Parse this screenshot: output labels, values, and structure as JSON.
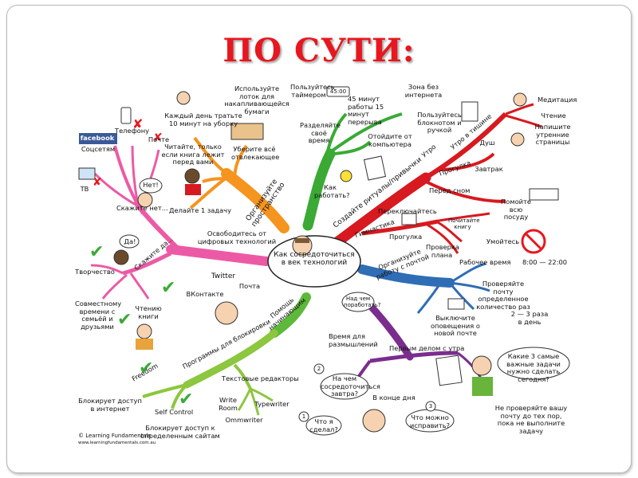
{
  "title": "ПО СУТИ:",
  "center": "Как сосредоточиться в век технологий",
  "branches": {
    "organize": "Организуйте пространство",
    "how_work": "Как работать?",
    "rituals": "Создайте ритуалы/привычки",
    "free": "Освободитесь от цифровых технологий",
    "email": "Организуйте работу с почтой",
    "help": "Помощь начинающим",
    "programs": "Программы для блокировки",
    "reflect": "Время для размышлений"
  },
  "labels": {
    "tray": "Используйте лоток для накапливающейся бумаги",
    "cleanup": "Каждый день тратьте 10 минут на уборку",
    "read_only": "Читайте, только если книга лежит перед вами",
    "remove": "Уберите всё отвлекающее",
    "one_task": "Делайте 1 задачу",
    "timer": "Пользуйтесь таймером",
    "timer_display": "45:00",
    "work45": "45 минут работы 15 минут перерыва",
    "split_time": "Разделяйте своё время",
    "no_internet": "Зона без интернета",
    "notebook": "Пользуйтесь блокнотом и ручкой",
    "away": "Отойдите от компьютера",
    "morning": "Утро",
    "silence": "Утро в тишине",
    "shower": "Душ",
    "meditation": "Медитация",
    "reading": "Чтение",
    "pages": "Напишите утренние страницы",
    "walk": "Прогулка",
    "breakfast": "Завтрак",
    "before_sleep": "Перед сном",
    "dishes": "Помойте всю посуду",
    "switch": "Переключайтесь",
    "walk2": "Прогулка",
    "gym": "Гимнастика",
    "check_plan": "Проверка плана",
    "read_book": "Почитайте книгу",
    "wash": "Умойтесь",
    "work_time": "Рабочее время",
    "hours": "8:00 — 22:00",
    "check_mail": "Проверяйте почту определенное количество раз",
    "times": "2 — 3 раза в день",
    "notify_off": "Выключите оповещения о новой почте",
    "what_work": "Над чем поработать?",
    "first_morning": "Первым делом с утра",
    "three_tasks": "Какие 3 самые важные задачи нужно сделать сегодня?",
    "no_mail": "Не проверяйте вашу почту до тех пор, пока не выполните задачу",
    "focus_tomorrow": "На чем сосредоточиться завтра?",
    "end_day": "В конце дня",
    "what_done": "Что я сделал?",
    "improve": "Что можно исправить?",
    "n1": "1",
    "n2": "2",
    "n3": "3",
    "say_no": "Скажите нет...",
    "net": "Нет!",
    "social": "Соцсетям",
    "facebook": "facebook",
    "phone": "Телефону",
    "mail": "Почте",
    "tv": "ТВ",
    "say_yes": "Скажите да...",
    "da": "Да!",
    "creativity": "Творчество",
    "family": "Совместному времени с семьёй и друзьями",
    "reading_books": "Чтению книги",
    "twitter": "Twitter",
    "vk": "ВКонтакте",
    "pochta": "Почта",
    "text_editors": "Текстовые редакторы",
    "write_room": "Write Room",
    "typewriter": "Typewriter",
    "ommwriter": "Ommwriter",
    "freedom": "Freedom",
    "self_control": "Self Control",
    "block_internet": "Блокирует доступ в интернет",
    "block_sites": "Блокирует доступ к определенным сайтам",
    "copyright": "© Learning Fundamentals",
    "site": "www.learningfundamentals.com.au"
  },
  "colors": {
    "title": "#e8171f",
    "organize": "#f5941e",
    "how_work": "#3aaa35",
    "rituals": "#d71920",
    "free": "#ec5aa5",
    "email": "#2f6db5",
    "help": "#5db93a",
    "programs": "#8dc63f",
    "reflect": "#7b2d8e"
  }
}
